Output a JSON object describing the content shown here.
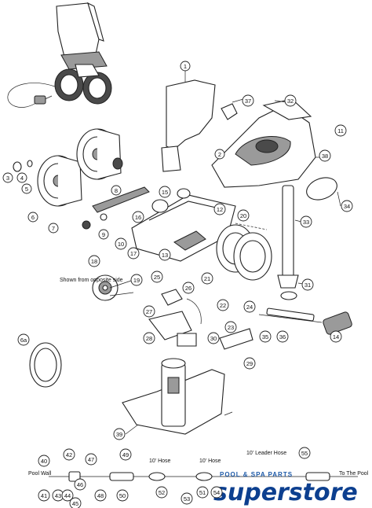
{
  "diagram": {
    "note_text": "Shown from opposite side",
    "labels": {
      "pool_wall": "Pool Wall",
      "hose_a": "10' Hose",
      "hose_b": "10' Hose",
      "leader_hose": "10' Leader Hose",
      "to_the_pool": "To The Pool"
    },
    "callouts": [
      "1",
      "2",
      "3",
      "4",
      "5",
      "6",
      "7",
      "8",
      "9",
      "10",
      "11",
      "12",
      "13",
      "14",
      "15",
      "16",
      "17",
      "18",
      "19",
      "20",
      "21",
      "22",
      "23",
      "24",
      "25",
      "26",
      "27",
      "28",
      "29",
      "30",
      "31",
      "32",
      "33",
      "34",
      "35",
      "36",
      "37",
      "38",
      "39",
      "40",
      "41",
      "42",
      "43",
      "44",
      "45",
      "46",
      "47",
      "48",
      "49",
      "50",
      "51",
      "52",
      "53",
      "54",
      "55",
      "6a"
    ]
  },
  "brand": {
    "top": "POOL & SPA PARTS",
    "name": "superstore"
  },
  "colors": {
    "brand": "#0c3f8f",
    "line": "#222222"
  }
}
